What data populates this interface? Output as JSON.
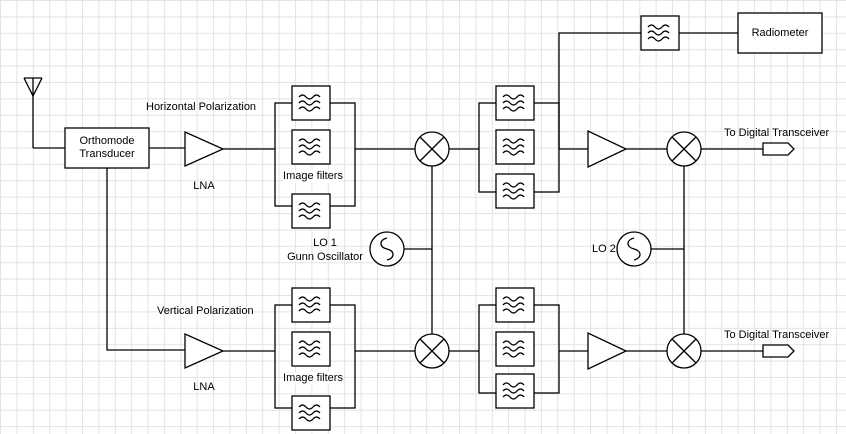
{
  "labels": {
    "orthomode_line1": "Orthomode",
    "orthomode_line2": "Transducer",
    "horizontal_polarization": "Horizontal Polarization",
    "vertical_polarization": "Vertical Polarization",
    "lna": "LNA",
    "image_filters": "Image filters",
    "lo1_line1": "LO 1",
    "lo1_line2": "Gunn Oscillator",
    "lo2": "LO 2",
    "radiometer": "Radiometer",
    "to_digital_transceiver": "To Digital Transceiver"
  },
  "icons": {
    "antenna": "antenna-icon",
    "amplifier": "amplifier-triangle-icon",
    "filter": "bandpass-filter-icon",
    "mixer": "mixer-icon",
    "oscillator": "oscillator-icon",
    "output_port": "output-port-icon"
  },
  "colors": {
    "line": "#000000",
    "grid": "#e3e3e3",
    "background": "#ffffff"
  }
}
